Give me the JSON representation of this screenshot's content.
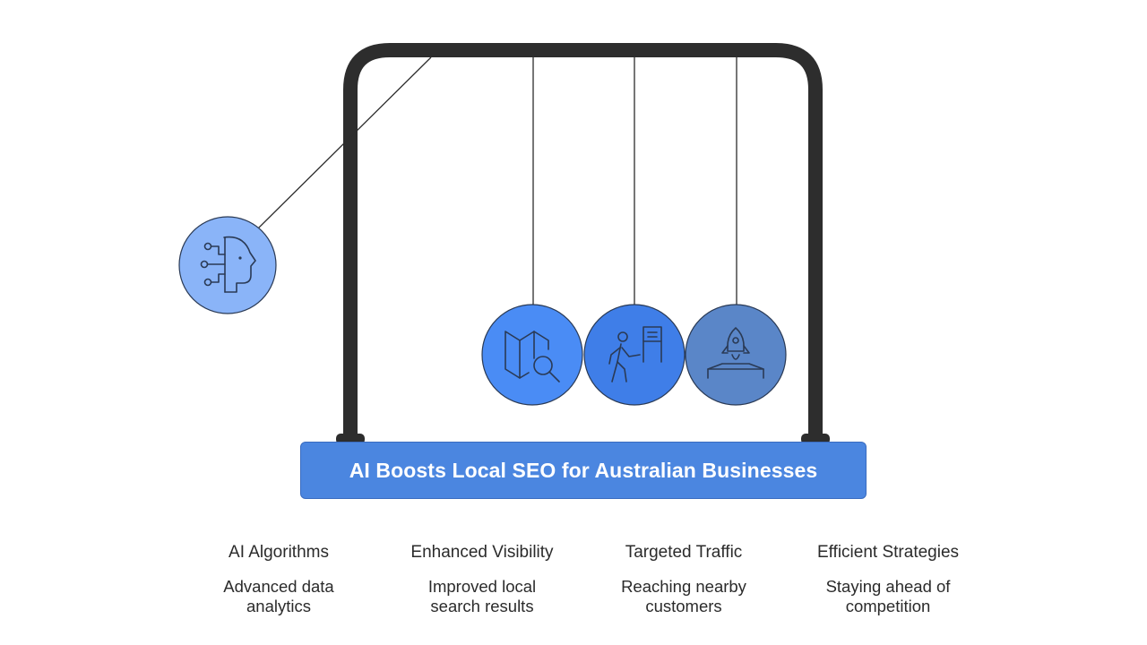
{
  "banner": {
    "title": "AI Boosts Local SEO for Australian Businesses"
  },
  "colors": {
    "frame": "#2d2d2d",
    "ball_ai": "#8ab4f8",
    "ball_visibility": "#4a8cf5",
    "ball_traffic": "#3f7ee8",
    "ball_strategies": "#5a86c8",
    "banner": "#4b86e0",
    "icon_stroke": "#2a3a55"
  },
  "items": [
    {
      "title": "AI Algorithms",
      "desc": [
        "Advanced data",
        "analytics"
      ],
      "icon": "ai-head-icon"
    },
    {
      "title": "Enhanced Visibility",
      "desc": [
        "Improved local",
        "search results"
      ],
      "icon": "map-search-icon"
    },
    {
      "title": "Targeted Traffic",
      "desc": [
        "Reaching nearby",
        "customers"
      ],
      "icon": "walking-person-sign-icon"
    },
    {
      "title": "Efficient Strategies",
      "desc": [
        "Staying ahead of",
        "competition"
      ],
      "icon": "rocket-launch-icon"
    }
  ]
}
